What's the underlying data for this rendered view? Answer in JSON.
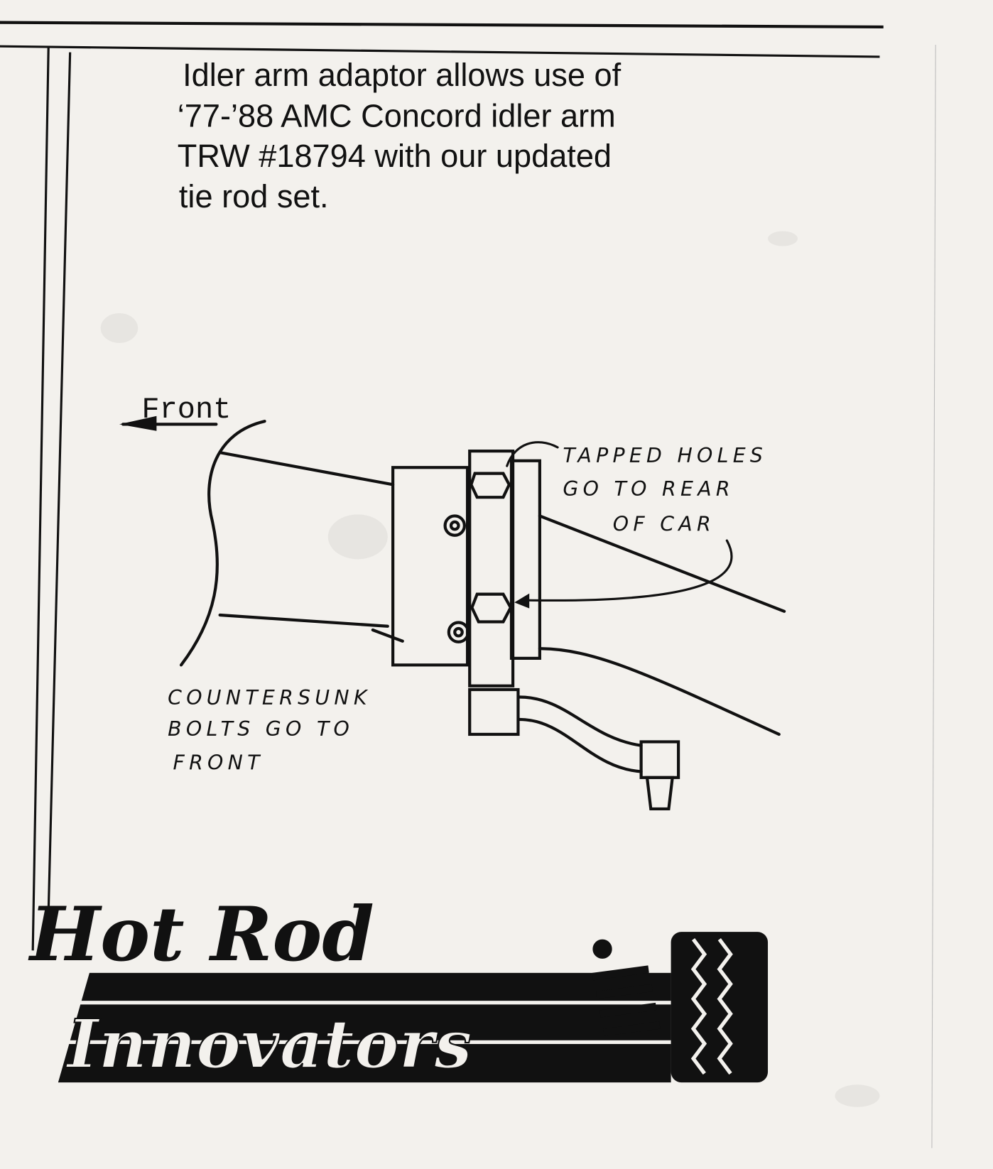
{
  "description_text": [
    "Idler arm adaptor allows use of",
    "‘77-’88 AMC Concord idler arm",
    "TRW #18794 with our updated",
    "tie rod set."
  ],
  "diagram": {
    "direction_label": "Front",
    "tapped_holes_note": [
      "TAPPED HOLES",
      "GO TO REAR",
      "OF CAR"
    ],
    "countersunk_note": [
      "COUNTERSUNK",
      "BOLTS GO TO",
      "FRONT"
    ]
  },
  "logo": {
    "line1": "Hot Rod",
    "line2": "Innovators"
  },
  "colors": {
    "paper": "#f3f1ed",
    "ink": "#111111"
  }
}
